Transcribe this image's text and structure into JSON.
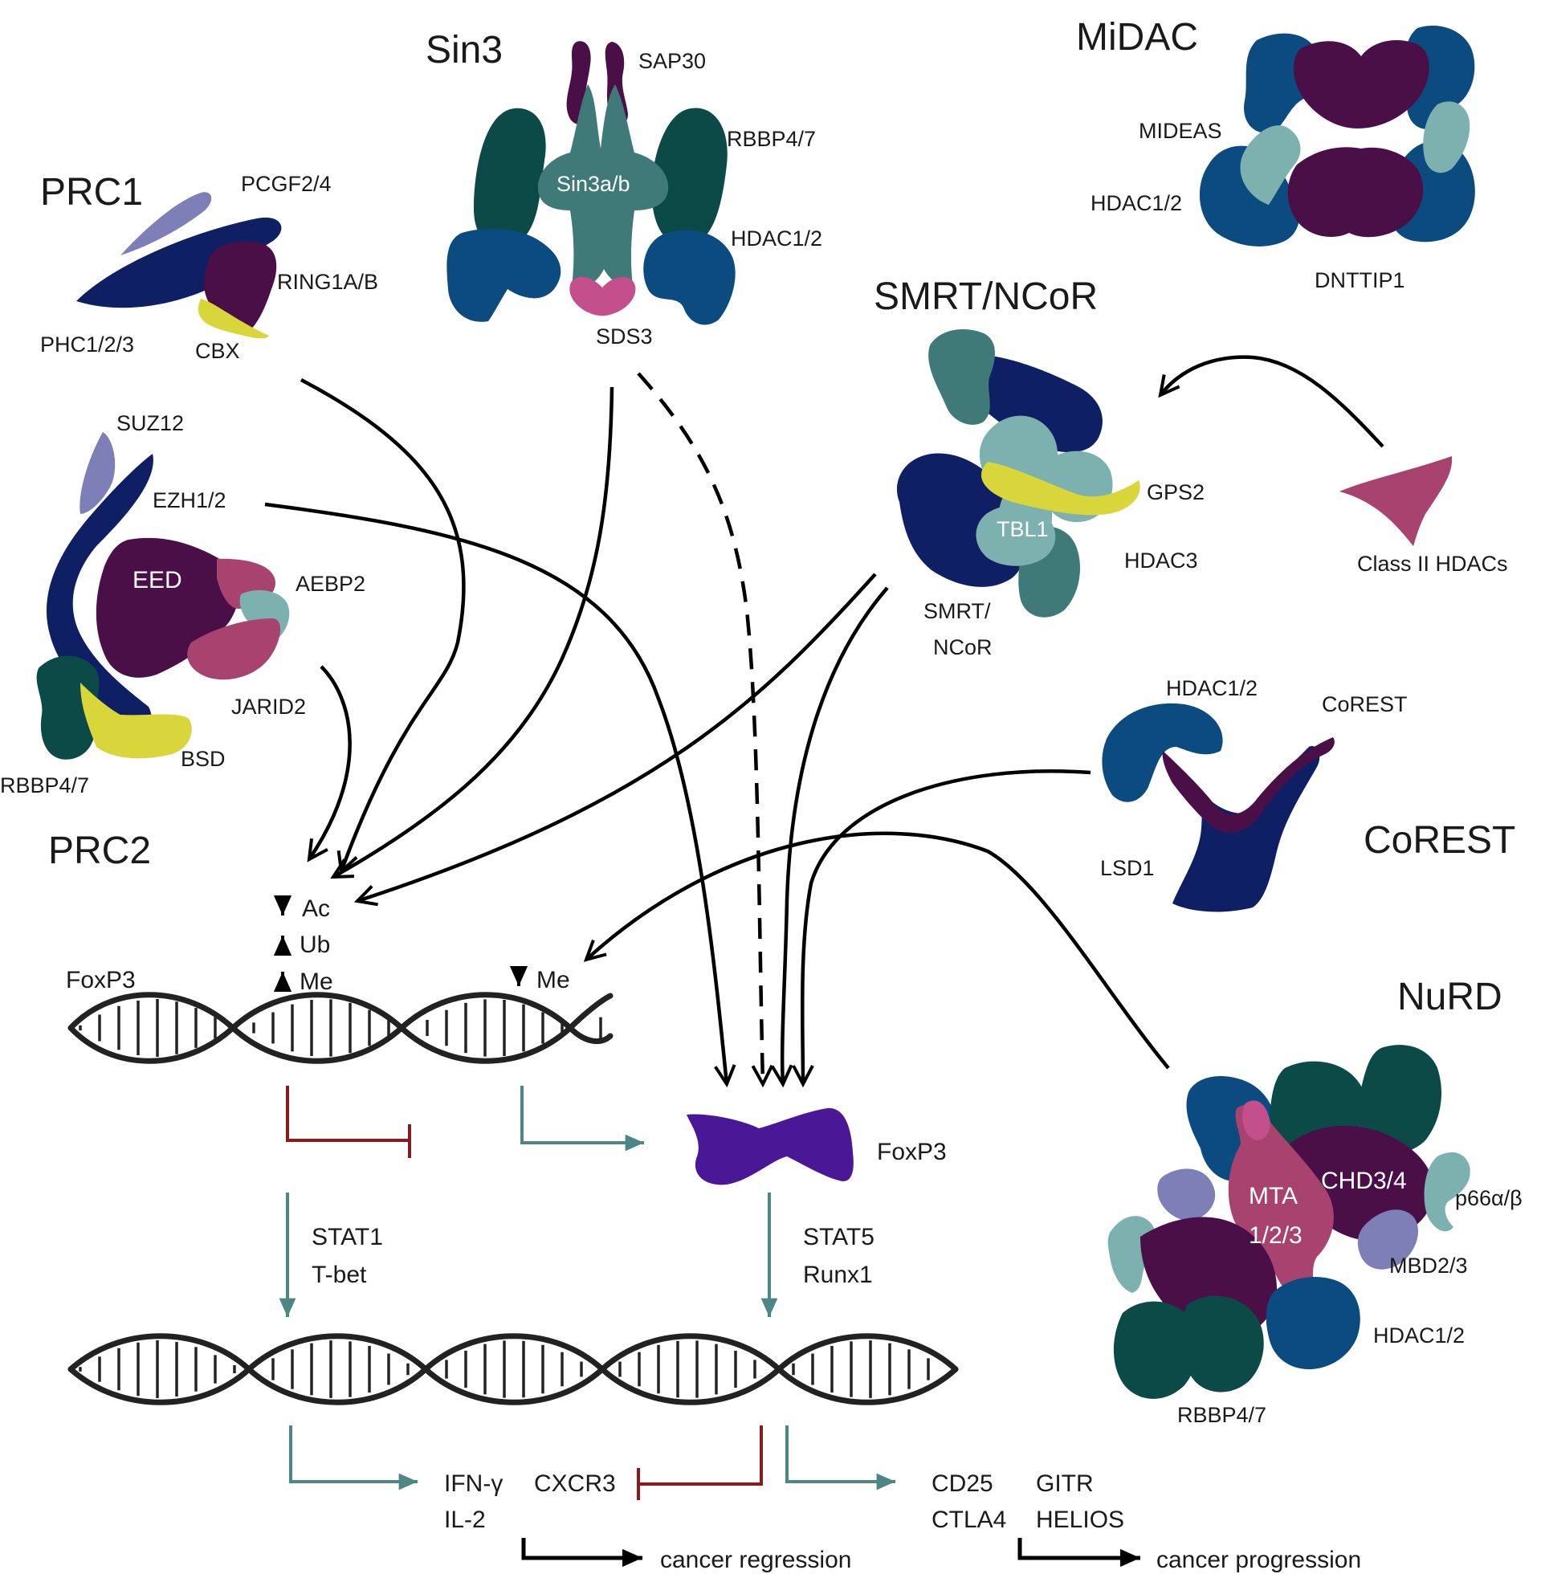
{
  "colors": {
    "dark_navy": "#0e2063",
    "steel_blue": "#0b4b80",
    "dark_teal": "#0b4a46",
    "teal": "#407a78",
    "light_teal": "#7db1b0",
    "plum": "#4a0f47",
    "rose": "#a8436f",
    "pink": "#c34f8c",
    "lavender": "#7e7fb6",
    "yellow": "#d8d63a",
    "purple": "#4a1796",
    "teal_arrow": "#4d8785",
    "inhibit_red": "#8b1a1a"
  },
  "complexes": {
    "prc1": {
      "title": "PRC1",
      "labels": [
        "PCGF2/4",
        "RING1A/B",
        "PHC1/2/3",
        "CBX"
      ]
    },
    "prc2": {
      "title": "PRC2",
      "labels": [
        "SUZ12",
        "EZH1/2",
        "AEBP2",
        "JARID2",
        "BSD",
        "RBBP4/7"
      ],
      "inner": "EED"
    },
    "sin3": {
      "title": "Sin3",
      "labels": [
        "SAP30",
        "RBBP4/7",
        "HDAC1/2",
        "SDS3"
      ],
      "inner": "Sin3a/b"
    },
    "midac": {
      "title": "MiDAC",
      "labels": [
        "MIDEAS",
        "HDAC1/2",
        "DNTTIP1"
      ]
    },
    "smrt": {
      "title": "SMRT/NCoR",
      "labels": [
        "GPS2",
        "HDAC3",
        "SMRT/",
        "NCoR"
      ],
      "inner": "TBL1"
    },
    "class2": {
      "label": "Class II HDACs"
    },
    "corest": {
      "title": "CoREST",
      "labels": [
        "HDAC1/2",
        "CoREST",
        "LSD1"
      ]
    },
    "nurd": {
      "title": "NuRD",
      "labels": [
        "p66α/β",
        "MBD2/3",
        "HDAC1/2",
        "RBBP4/7"
      ],
      "inner": [
        "MTA",
        "1/2/3",
        "CHD3/4"
      ]
    }
  },
  "modifications": {
    "left": [
      {
        "arrow": "down",
        "mark": "Ac"
      },
      {
        "arrow": "up",
        "mark": "Ub"
      },
      {
        "arrow": "up",
        "mark": "Me"
      }
    ],
    "right": [
      {
        "arrow": "down",
        "mark": "Me"
      }
    ]
  },
  "gene_label": "FoxP3",
  "protein_label": "FoxP3",
  "factors_left": [
    "STAT1",
    "T-bet"
  ],
  "factors_right": [
    "STAT5",
    "Runx1"
  ],
  "targets_left": [
    "IFN-γ",
    "IL-2"
  ],
  "target_repressed": "CXCR3",
  "targets_right_a": [
    "CD25",
    "CTLA4"
  ],
  "targets_right_b": [
    "GITR",
    "HELIOS"
  ],
  "outcome_left": "cancer regression",
  "outcome_right": "cancer progression"
}
